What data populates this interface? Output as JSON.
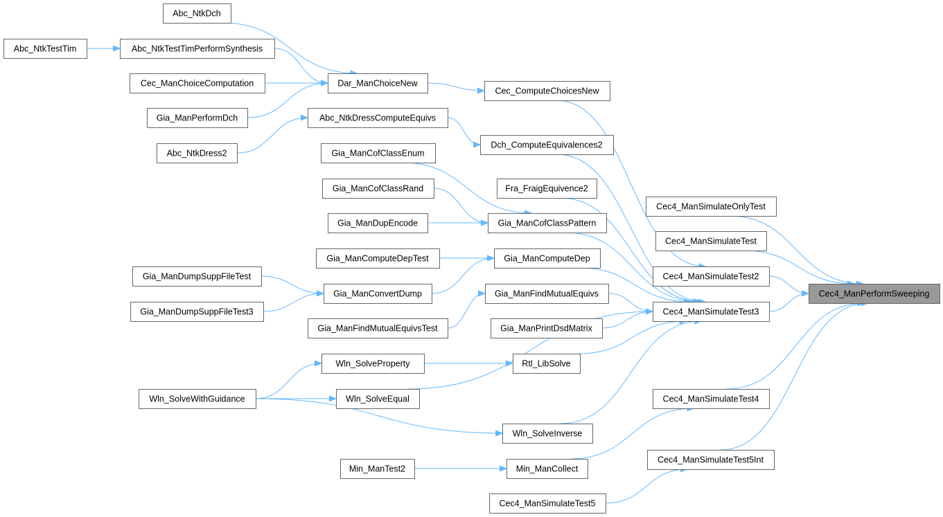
{
  "graph": {
    "title_node": "Cec4_ManPerformSweeping",
    "colors": {
      "edge": "#63b8ff",
      "node_border": "#666666",
      "selected_fill": "#999999"
    },
    "nodes": [
      "Abc_NtkDch",
      "Abc_NtkTestTim",
      "Abc_NtkTestTimPerformSynthesis",
      "Cec_ManChoiceComputation",
      "Dar_ManChoiceNew",
      "Gia_ManPerformDch",
      "Abc_NtkDressComputeEquivs",
      "Abc_NtkDress2",
      "Cec_ComputeChoicesNew",
      "Dch_ComputeEquivalences2",
      "Gia_ManCofClassEnum",
      "Gia_ManCofClassRand",
      "Fra_FraigEquivence2",
      "Gia_ManDupEncode",
      "Gia_ManCofClassPattern",
      "Cec4_ManSimulateOnlyTest",
      "Cec4_ManSimulateTest",
      "Gia_ManComputeDepTest",
      "Gia_ManComputeDep",
      "Cec4_ManSimulateTest2",
      "Gia_ManDumpSuppFileTest",
      "Gia_ManConvertDump",
      "Cec4_ManPerformSweeping",
      "Gia_ManFindMutualEquivs",
      "Cec4_ManSimulateTest3",
      "Gia_ManDumpSuppFileTest3",
      "Gia_ManFindMutualEquivsTest",
      "Gia_ManPrintDsdMatrix",
      "Wln_SolveProperty",
      "Rtl_LibSolve",
      "Wln_SolveWithGuidance",
      "Wln_SolveEqual",
      "Cec4_ManSimulateTest4",
      "Wln_SolveInverse",
      "Min_ManTest2",
      "Min_ManCollect",
      "Cec4_ManSimulateTest5Int",
      "Cec4_ManSimulateTest5"
    ],
    "edges": [
      [
        "Abc_NtkDch",
        "Dar_ManChoiceNew"
      ],
      [
        "Abc_NtkTestTim",
        "Abc_NtkTestTimPerformSynthesis"
      ],
      [
        "Abc_NtkTestTimPerformSynthesis",
        "Dar_ManChoiceNew"
      ],
      [
        "Cec_ManChoiceComputation",
        "Dar_ManChoiceNew"
      ],
      [
        "Gia_ManPerformDch",
        "Dar_ManChoiceNew"
      ],
      [
        "Dar_ManChoiceNew",
        "Cec_ComputeChoicesNew"
      ],
      [
        "Abc_NtkDress2",
        "Abc_NtkDressComputeEquivs"
      ],
      [
        "Abc_NtkDressComputeEquivs",
        "Dch_ComputeEquivalences2"
      ],
      [
        "Cec_ComputeChoicesNew",
        "Cec4_ManSimulateTest2"
      ],
      [
        "Dch_ComputeEquivalences2",
        "Cec4_ManSimulateTest3"
      ],
      [
        "Gia_ManCofClassEnum",
        "Gia_ManCofClassPattern"
      ],
      [
        "Gia_ManCofClassRand",
        "Gia_ManCofClassPattern"
      ],
      [
        "Gia_ManDupEncode",
        "Gia_ManCofClassPattern"
      ],
      [
        "Fra_FraigEquivence2",
        "Cec4_ManSimulateTest3"
      ],
      [
        "Gia_ManCofClassPattern",
        "Cec4_ManSimulateTest3"
      ],
      [
        "Gia_ManComputeDepTest",
        "Gia_ManComputeDep"
      ],
      [
        "Gia_ManConvertDump",
        "Gia_ManComputeDep"
      ],
      [
        "Gia_ManComputeDep",
        "Cec4_ManSimulateTest3"
      ],
      [
        "Gia_ManDumpSuppFileTest",
        "Gia_ManConvertDump"
      ],
      [
        "Gia_ManDumpSuppFileTest3",
        "Gia_ManConvertDump"
      ],
      [
        "Gia_ManFindMutualEquivsTest",
        "Gia_ManFindMutualEquivs"
      ],
      [
        "Gia_ManFindMutualEquivs",
        "Cec4_ManSimulateTest3"
      ],
      [
        "Gia_ManPrintDsdMatrix",
        "Cec4_ManSimulateTest3"
      ],
      [
        "Rtl_LibSolve",
        "Cec4_ManSimulateTest3"
      ],
      [
        "Wln_SolveProperty",
        "Rtl_LibSolve"
      ],
      [
        "Wln_SolveWithGuidance",
        "Wln_SolveProperty"
      ],
      [
        "Wln_SolveWithGuidance",
        "Wln_SolveEqual"
      ],
      [
        "Wln_SolveWithGuidance",
        "Wln_SolveInverse"
      ],
      [
        "Wln_SolveEqual",
        "Cec4_ManSimulateTest3"
      ],
      [
        "Wln_SolveInverse",
        "Cec4_ManSimulateTest3"
      ],
      [
        "Min_ManTest2",
        "Min_ManCollect"
      ],
      [
        "Min_ManCollect",
        "Cec4_ManSimulateTest4"
      ],
      [
        "Cec4_ManSimulateTest5",
        "Cec4_ManSimulateTest5Int"
      ],
      [
        "Cec4_ManSimulateOnlyTest",
        "Cec4_ManPerformSweeping"
      ],
      [
        "Cec4_ManSimulateTest",
        "Cec4_ManPerformSweeping"
      ],
      [
        "Cec4_ManSimulateTest2",
        "Cec4_ManPerformSweeping"
      ],
      [
        "Cec4_ManSimulateTest3",
        "Cec4_ManPerformSweeping"
      ],
      [
        "Cec4_ManSimulateTest4",
        "Cec4_ManPerformSweeping"
      ],
      [
        "Cec4_ManSimulateTest5Int",
        "Cec4_ManPerformSweeping"
      ]
    ]
  }
}
